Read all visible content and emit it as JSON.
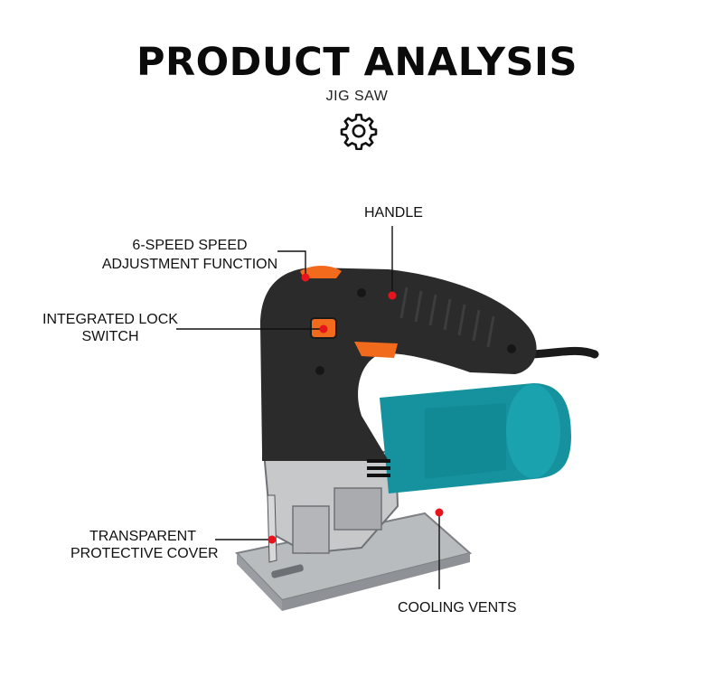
{
  "header": {
    "title": "PRODUCT ANALYSIS",
    "subtitle": "JIG SAW",
    "icon": "gear-icon"
  },
  "callouts": {
    "handle": "HANDLE",
    "speed_line1": "6-SPEED SPEED",
    "speed_line2": "ADJUSTMENT FUNCTION",
    "lock_line1": "INTEGRATED LOCK",
    "lock_line2": "SWITCH",
    "cover_line1": "TRANSPARENT",
    "cover_line2": "PROTECTIVE COVER",
    "vents": "COOLING VENTS"
  },
  "colors": {
    "body_dark": "#2b2b2b",
    "motor_teal": "#13909c",
    "accent_orange": "#f26b1d",
    "marker_red": "#e8141c"
  }
}
